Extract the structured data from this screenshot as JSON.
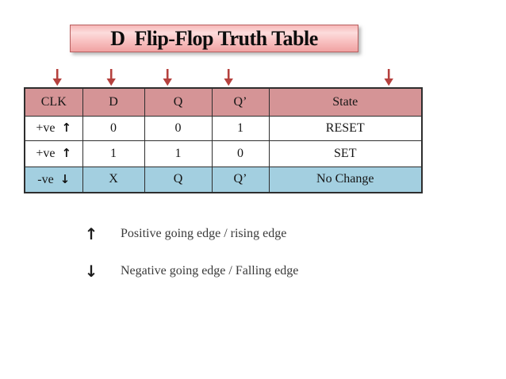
{
  "title": "D  Flip-Flop Truth Table",
  "colors": {
    "title_gradient_top": "#f7b7b7",
    "title_gradient_bottom": "#f0a2a2",
    "title_border": "#b85f5f",
    "header_row_bg": "#d59496",
    "no_change_row_bg": "#a3cfe0",
    "pointer_arrow_red": "#b5413e",
    "pink_text": "#ed2b71",
    "red_text": "#d43331",
    "table_border": "#2e2e2e",
    "legend_text": "#3a3a3a"
  },
  "pointer_arrows": {
    "glyph": "↓",
    "count": 5
  },
  "table": {
    "headers": [
      "CLK",
      "D",
      "Q",
      "Q’",
      "State"
    ],
    "rows": [
      {
        "clk": "+ve",
        "clk_arrow": "↑",
        "d": "0",
        "q": "0",
        "qbar": "1",
        "state": "RESET"
      },
      {
        "clk": "+ve",
        "clk_arrow": "↑",
        "d": "1",
        "q": "1",
        "qbar": "0",
        "state": "SET"
      },
      {
        "clk": "-ve",
        "clk_arrow": "↓",
        "d": "X",
        "q": "Q",
        "qbar": "Q’",
        "state": "No Change"
      }
    ]
  },
  "legend": [
    {
      "glyph": "↑",
      "text": "Positive going edge / rising edge"
    },
    {
      "glyph": "↓",
      "text": "Negative going edge / Falling edge"
    }
  ]
}
